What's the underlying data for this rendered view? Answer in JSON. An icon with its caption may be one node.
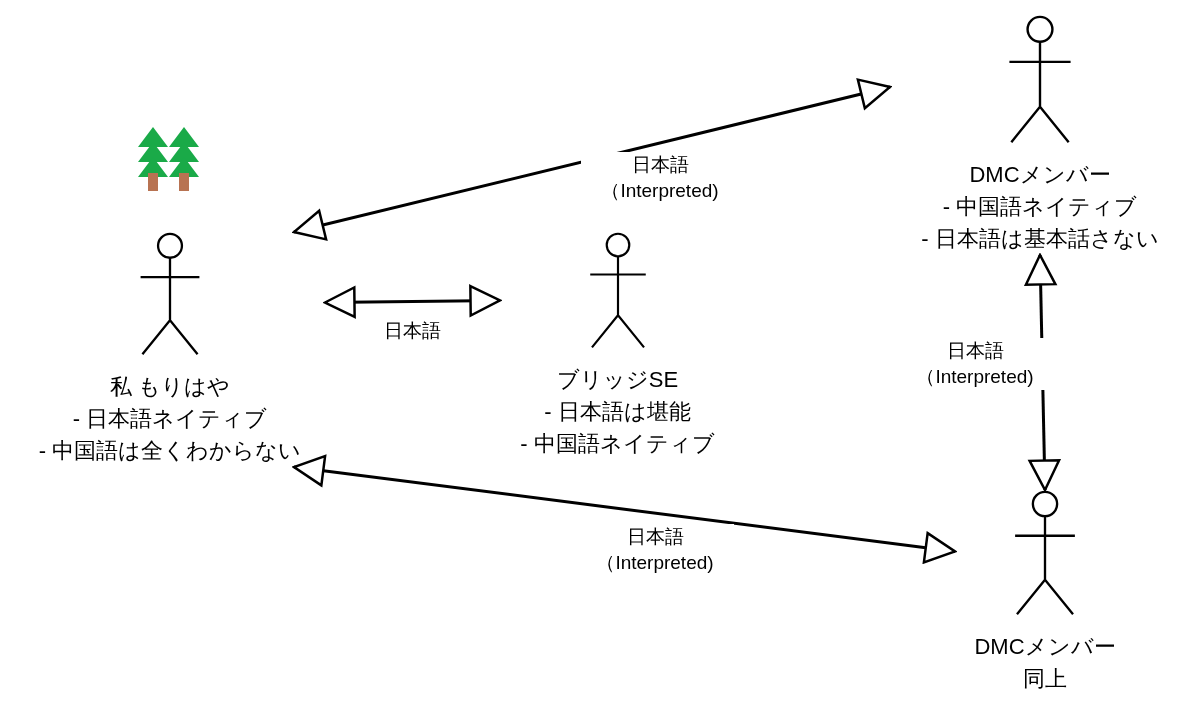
{
  "diagram": {
    "nodes": [
      {
        "text": [
          "私 もりはや",
          "- 日本語ネイティブ",
          "- 中国語は全くわからない"
        ]
      },
      {
        "text": [
          "ブリッジSE",
          "- 日本語は堪能",
          "- 中国語ネイティブ"
        ]
      },
      {
        "text": [
          "DMCメンバー",
          "- 中国語ネイティブ",
          "- 日本語は基本話さない"
        ]
      },
      {
        "text": [
          "DMCメンバー",
          "同上"
        ]
      }
    ],
    "edges": [
      {
        "from": 0,
        "to": 1,
        "arrow": "both",
        "label": "日本語"
      },
      {
        "from": 2,
        "to": 0,
        "arrow": "both",
        "label": "日本語（Interpreted)"
      },
      {
        "from": 3,
        "to": 0,
        "arrow": "both",
        "label": "日本語（Interpreted)"
      },
      {
        "from": 2,
        "to": 3,
        "arrow": "both",
        "label": "日本語（Interpreted)"
      }
    ]
  }
}
